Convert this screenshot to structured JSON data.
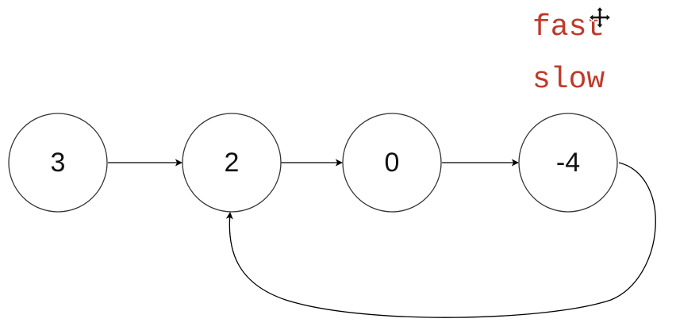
{
  "nodes": [
    {
      "id": "n0",
      "label": "3"
    },
    {
      "id": "n1",
      "label": "2"
    },
    {
      "id": "n2",
      "label": "0"
    },
    {
      "id": "n3",
      "label": "-4"
    }
  ],
  "edges": [
    {
      "from": "n0",
      "to": "n1"
    },
    {
      "from": "n1",
      "to": "n2"
    },
    {
      "from": "n2",
      "to": "n3"
    },
    {
      "from": "n3",
      "to": "n1",
      "kind": "cycle"
    }
  ],
  "pointers": {
    "fast": "fast",
    "slow": "slow",
    "color": "#c0392b"
  },
  "icons": {
    "cursor": "move-cursor-icon"
  }
}
